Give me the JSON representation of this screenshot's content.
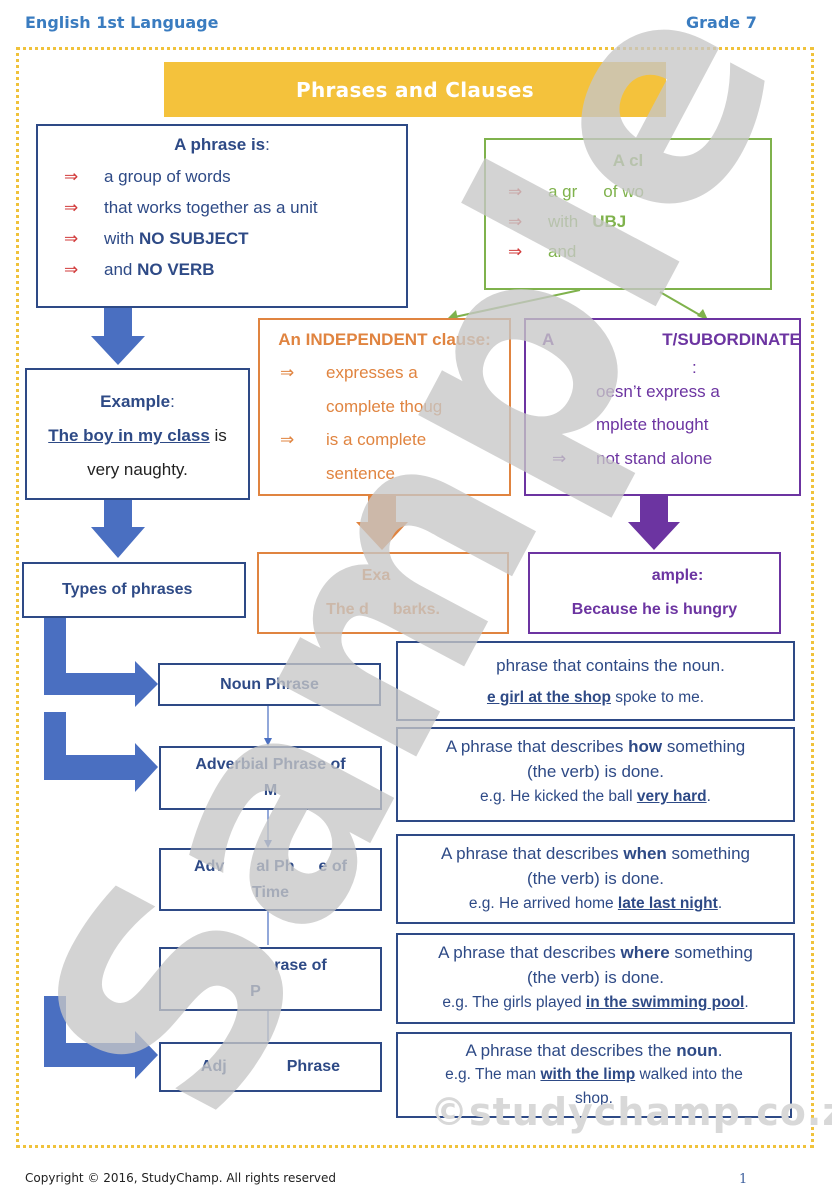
{
  "header": {
    "subject": "English 1st Language",
    "grade": "Grade 7"
  },
  "title": "Phrases and Clauses",
  "phrase_box": {
    "title": "A phrase is",
    "colon": ":",
    "items": [
      "a group of words",
      "that works together as a unit",
      "with",
      "and"
    ],
    "item3_bold": "NO SUBJECT",
    "item4_bold": "NO VERB"
  },
  "clause_box": {
    "title": "A cl",
    "items": [
      "a gr",
      "with",
      "and"
    ],
    "item1_tail": "of wo",
    "item2_bold": "UBJ"
  },
  "example_box": {
    "label": "Example",
    "colon": ":",
    "underlined": "The boy in my class",
    "rest1": " is",
    "rest2": "very naughty."
  },
  "independent_box": {
    "title": "An INDEPENDENT clause:",
    "items": [
      "expresses a",
      "complete thoug",
      "is a complete",
      "sentence"
    ]
  },
  "dependent_box": {
    "title_a": "A",
    "title_b": "T/SUBORDINATE",
    "line2": ":",
    "items": [
      "oesn’t express a",
      "mplete thought",
      "not stand alone"
    ]
  },
  "types_box": {
    "label": "Types of phrases"
  },
  "ind_example": {
    "label": "Exa",
    "text": "The d",
    "text2": "barks."
  },
  "dep_example": {
    "label": "ample:",
    "text": "Because he is hungry"
  },
  "phrases": [
    {
      "name": "Noun Phrase",
      "line2": ""
    },
    {
      "name": "Adverbial Phrase of",
      "line2": "M"
    },
    {
      "name": "Adv",
      "name_b": "al Ph",
      "name_c": "e of",
      "line2": "Time"
    },
    {
      "name": "rase of",
      "line2": "P"
    },
    {
      "name": "Adj",
      "name_b": "Phrase",
      "line2": ""
    }
  ],
  "definitions": [
    {
      "l1a": "phrase that contains the noun.",
      "eg_u": "e girl at the shop",
      "eg_rest": " spoke to me."
    },
    {
      "l1a": "A phrase that describes ",
      "l1b": "how",
      "l1c": " something",
      "l2": "(the verb) is done.",
      "eg_a": "e.g. He kicked the ball ",
      "eg_u": "very hard",
      "eg_c": "."
    },
    {
      "l1a": "A phrase that describes ",
      "l1b": "when",
      "l1c": " something",
      "l2": "(the verb) is done.",
      "eg_a": "e.g. He arrived home ",
      "eg_u": "late last night",
      "eg_c": "."
    },
    {
      "l1a": "A phrase that describes ",
      "l1b": "where",
      "l1c": " something",
      "l2": "(the verb) is done.",
      "eg_a": "e.g. The girls played ",
      "eg_u": "in the swimming pool",
      "eg_c": "."
    },
    {
      "l1a": "A phrase that describes the ",
      "l1b": "noun",
      "l1c": ".",
      "eg_a": "e.g. The man ",
      "eg_u": "with the limp",
      "eg_c": " walked into the",
      "eg_d": "shop."
    }
  ],
  "watermark": {
    "text": "Sample",
    "site": "©studychamp.co.za"
  },
  "footer": {
    "copyright": "Copyright © 2016, StudyChamp. All rights reserved",
    "page": "1"
  },
  "colors": {
    "blue": "#2e4a86",
    "green": "#7fb24c",
    "orange": "#e08440",
    "purple": "#6c34a1",
    "yellow": "#f4c23c",
    "arrow_red": "#d23b3b"
  }
}
